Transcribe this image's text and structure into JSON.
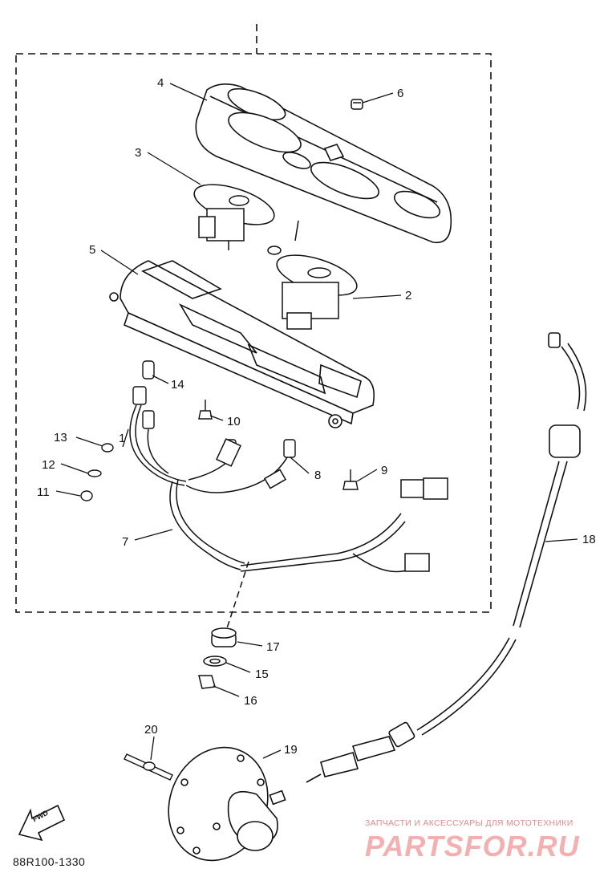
{
  "diagram": {
    "callouts": [
      {
        "id": "c1",
        "label": "1"
      },
      {
        "id": "c2",
        "label": "2"
      },
      {
        "id": "c3",
        "label": "3"
      },
      {
        "id": "c4",
        "label": "4"
      },
      {
        "id": "c5",
        "label": "5"
      },
      {
        "id": "c6",
        "label": "6"
      },
      {
        "id": "c7",
        "label": "7"
      },
      {
        "id": "c8",
        "label": "8"
      },
      {
        "id": "c9",
        "label": "9"
      },
      {
        "id": "c10",
        "label": "10"
      },
      {
        "id": "c11",
        "label": "11"
      },
      {
        "id": "c12",
        "label": "12"
      },
      {
        "id": "c13",
        "label": "13"
      },
      {
        "id": "c14",
        "label": "14"
      },
      {
        "id": "c15",
        "label": "15"
      },
      {
        "id": "c16",
        "label": "16"
      },
      {
        "id": "c17",
        "label": "17"
      },
      {
        "id": "c18",
        "label": "18"
      },
      {
        "id": "c19",
        "label": "19"
      },
      {
        "id": "c20",
        "label": "20"
      }
    ],
    "fwd_label": "FWD",
    "drawing_code": "88R100-1330"
  },
  "watermark": {
    "tagline": "ЗАПЧАСТИ И АКСЕССУАРЫ ДЛЯ МОТОТЕХНИКИ",
    "brand": "PARTSFOR.RU"
  },
  "colors": {
    "line": "#111111",
    "watermark": "#f2b0b0"
  }
}
